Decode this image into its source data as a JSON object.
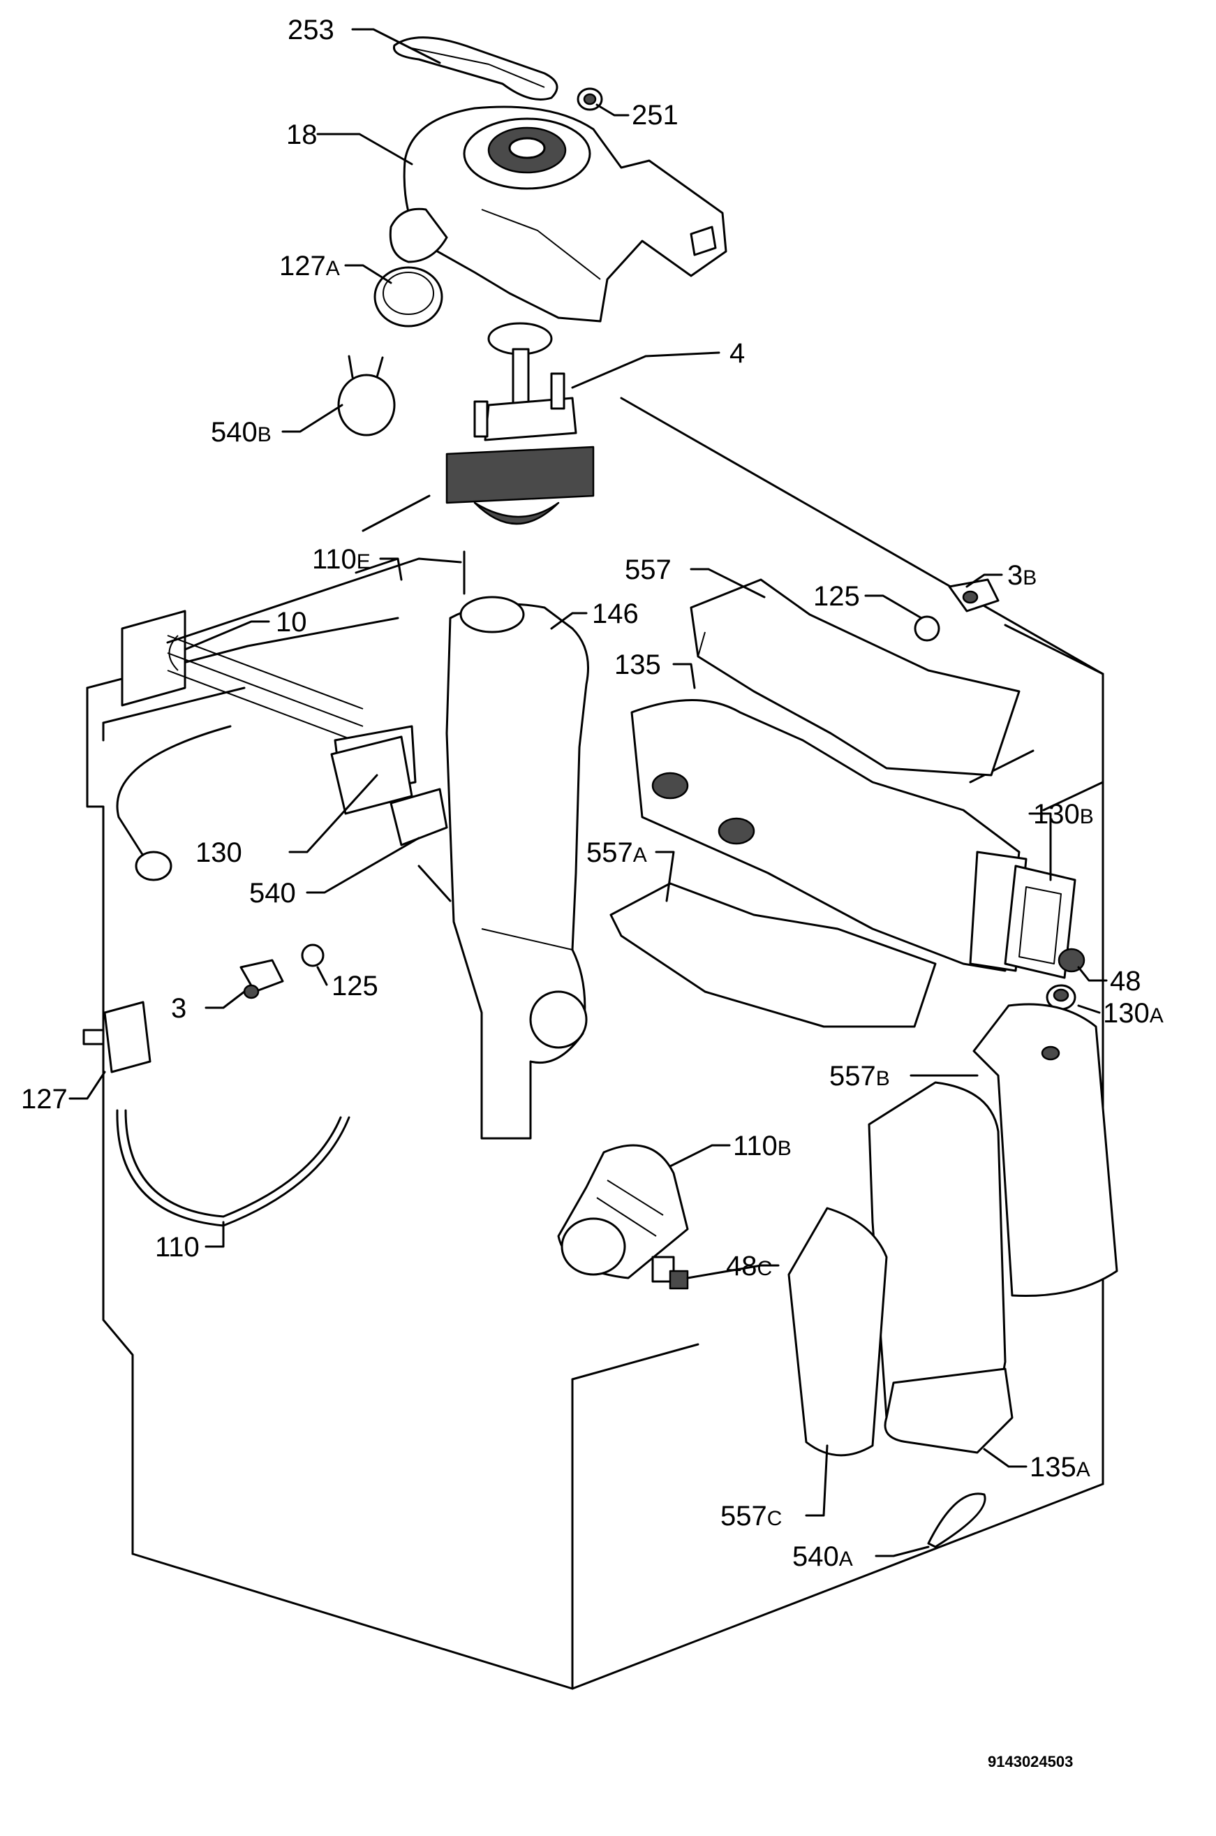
{
  "document_number": "9143024503",
  "labels": {
    "l253": {
      "num": "253",
      "suffix": ""
    },
    "l251": {
      "num": "251",
      "suffix": ""
    },
    "l18": {
      "num": "18",
      "suffix": ""
    },
    "l127a": {
      "num": "127",
      "suffix": "A"
    },
    "l4": {
      "num": "4",
      "suffix": ""
    },
    "l540b": {
      "num": "540",
      "suffix": "B"
    },
    "l110e": {
      "num": "110",
      "suffix": "E"
    },
    "l10": {
      "num": "10",
      "suffix": ""
    },
    "l146": {
      "num": "146",
      "suffix": ""
    },
    "l557": {
      "num": "557",
      "suffix": ""
    },
    "l125top": {
      "num": "125",
      "suffix": ""
    },
    "l3b": {
      "num": "3",
      "suffix": "B"
    },
    "l135": {
      "num": "135",
      "suffix": ""
    },
    "l130b": {
      "num": "130",
      "suffix": "B"
    },
    "l130": {
      "num": "130",
      "suffix": ""
    },
    "l557a": {
      "num": "557",
      "suffix": "A"
    },
    "l540": {
      "num": "540",
      "suffix": ""
    },
    "l125": {
      "num": "125",
      "suffix": ""
    },
    "l3": {
      "num": "3",
      "suffix": ""
    },
    "l48": {
      "num": "48",
      "suffix": ""
    },
    "l130a": {
      "num": "130",
      "suffix": "A"
    },
    "l127": {
      "num": "127",
      "suffix": ""
    },
    "l557b": {
      "num": "557",
      "suffix": "B"
    },
    "l110b": {
      "num": "110",
      "suffix": "B"
    },
    "l110": {
      "num": "110",
      "suffix": ""
    },
    "l48c": {
      "num": "48",
      "suffix": "C"
    },
    "l135a": {
      "num": "135",
      "suffix": "A"
    },
    "l557c": {
      "num": "557",
      "suffix": "C"
    },
    "l540a": {
      "num": "540",
      "suffix": "A"
    }
  }
}
